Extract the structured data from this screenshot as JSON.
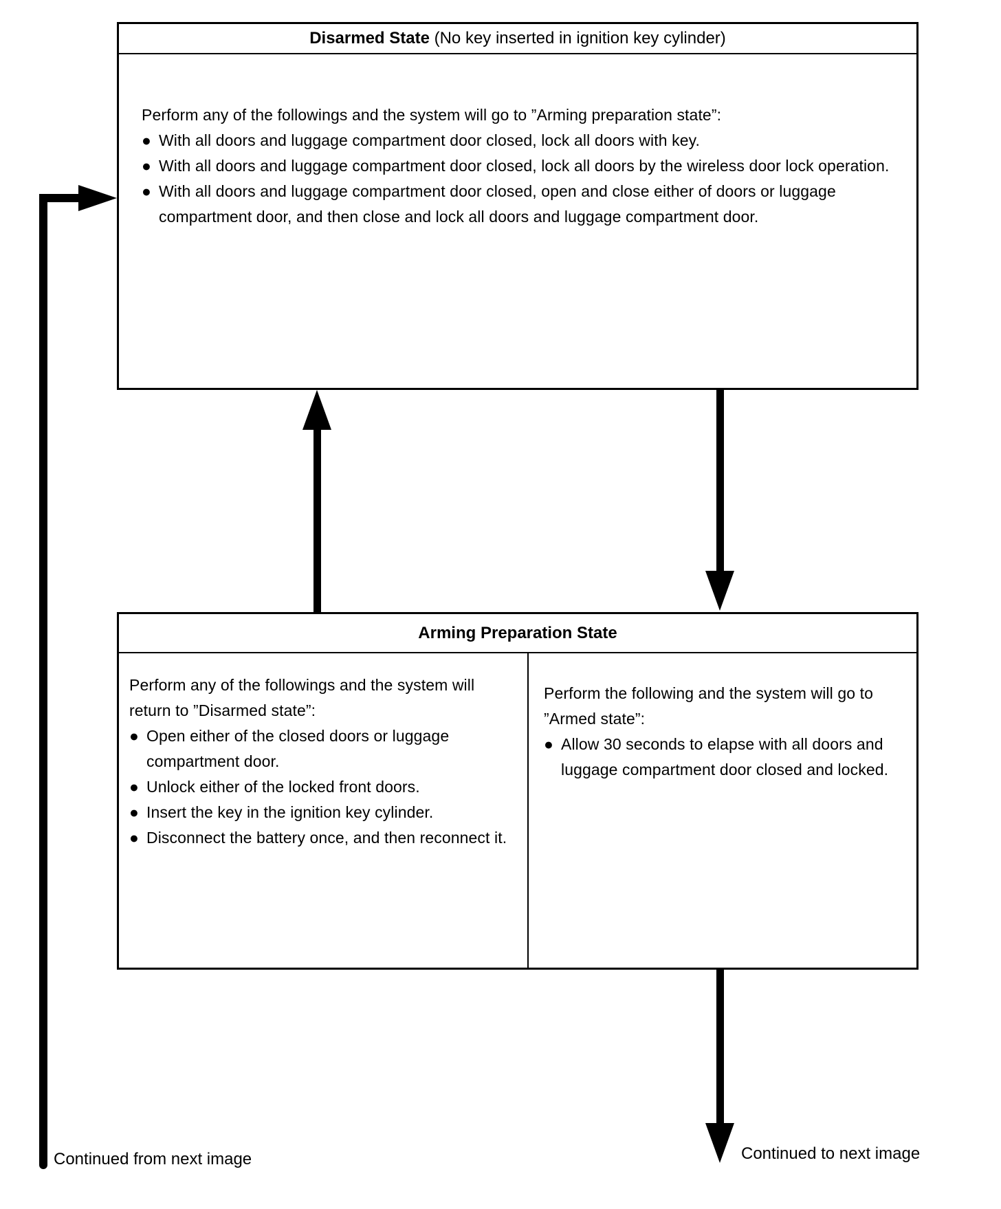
{
  "page": {
    "ink_color": "#000000",
    "paper_color": "#ffffff",
    "bullet_glyph": "●"
  },
  "disarmed_box": {
    "title_bold": "Disarmed State",
    "title_normal": " (No key inserted in ignition key cylinder)",
    "intro": "Perform any of the followings and the system will go to ”Arming preparation state”:",
    "bullets": [
      "With all doors and luggage compartment door closed, lock all doors with key.",
      "With all doors and luggage compartment door closed, lock all doors by the wireless door lock operation.",
      "With all doors and luggage compartment door closed, open and close either of doors or luggage compartment door, and then close and lock all doors and luggage compartment door."
    ]
  },
  "arming_box": {
    "title": "Arming Preparation State",
    "left_panel": {
      "intro": "Perform any of the followings and the system will return to ”Disarmed state”:",
      "bullets": [
        "Open either of the closed doors or luggage compartment door.",
        "Unlock either of the locked front doors.",
        "Insert the key in the ignition key cylinder.",
        "Disconnect the battery once, and then reconnect it."
      ]
    },
    "right_panel": {
      "intro": "Perform the following and the system will go to ”Armed state”:",
      "bullets": [
        "Allow 30 seconds to elapse with all doors and luggage compartment door closed and locked."
      ]
    }
  },
  "footer": {
    "continued_from": "Continued from next image",
    "continued_to": "Continued to next image"
  }
}
